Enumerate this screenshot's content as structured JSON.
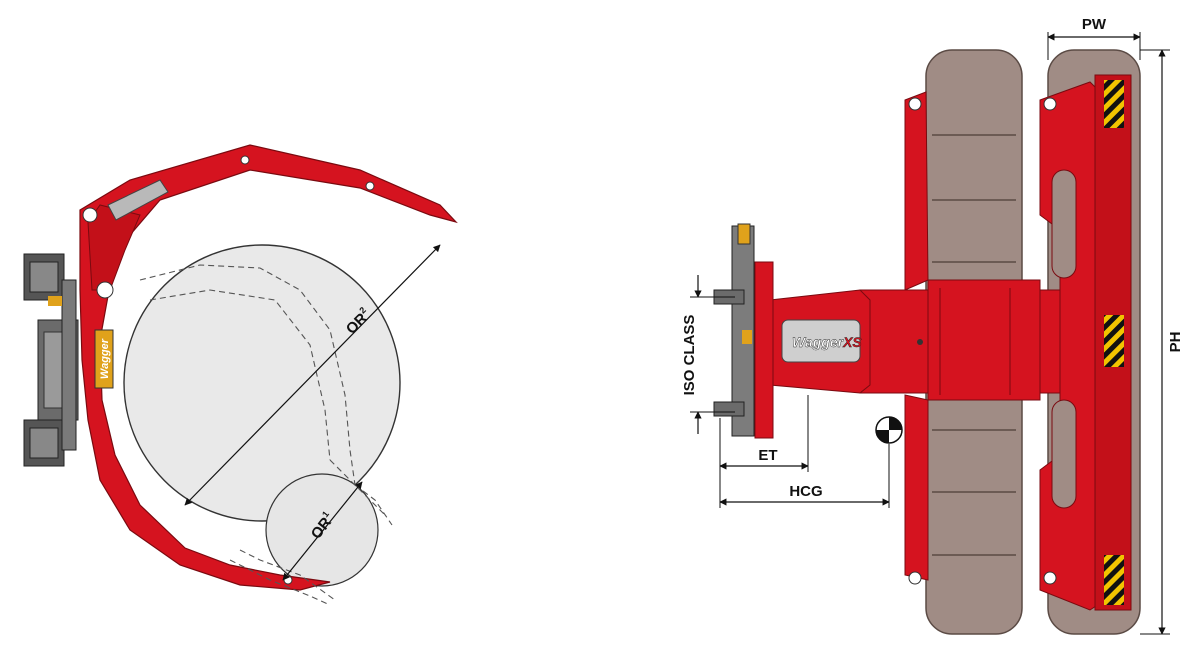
{
  "left_view": {
    "labels": {
      "or2": "OR",
      "or2_sup": "2",
      "or1": "OR",
      "or1_sup": "1"
    },
    "brand_plate": "Wagger"
  },
  "right_view": {
    "labels": {
      "pw": "PW",
      "ph": "PH",
      "iso_class": "ISO CLASS",
      "et": "ET",
      "hcg": "HCG"
    },
    "brand_logo": "Wagger",
    "brand_logo_suffix": "XS"
  },
  "colors": {
    "frame_red": "#d5131f",
    "frame_dark": "#9e0e16",
    "pad_gray": "#a08c85",
    "pad_dark": "#6e5e58",
    "roll_fill": "#e9e9e9",
    "hazard_yellow": "#f2c400"
  },
  "icons": [
    "center-of-gravity-icon",
    "hazard-stripes"
  ]
}
